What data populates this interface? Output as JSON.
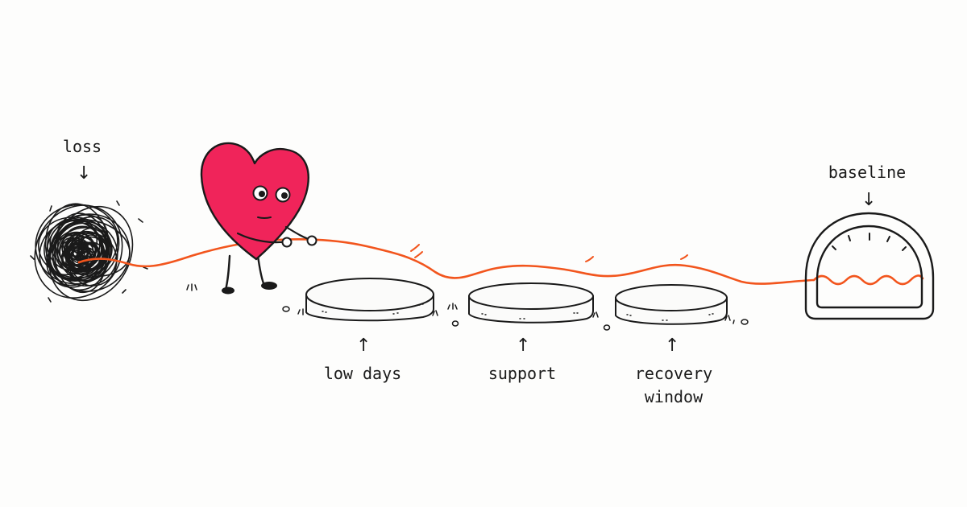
{
  "colors": {
    "ink": "#1a1a1a",
    "thread": "#f2551d",
    "heart": "#f0245a",
    "stone_fill": "#fbfbfa",
    "background": "#fdfdfc"
  },
  "icons": {
    "tangle": "scribble-ball-icon",
    "heart": "heart-character-icon",
    "gauge": "gauge-icon"
  },
  "labels": {
    "loss": "loss",
    "baseline": "baseline",
    "low_days": "low days",
    "support": "support",
    "recovery_line1": "recovery",
    "recovery_line2": "window"
  },
  "arrows": {
    "down": "↓",
    "up": "↑"
  }
}
